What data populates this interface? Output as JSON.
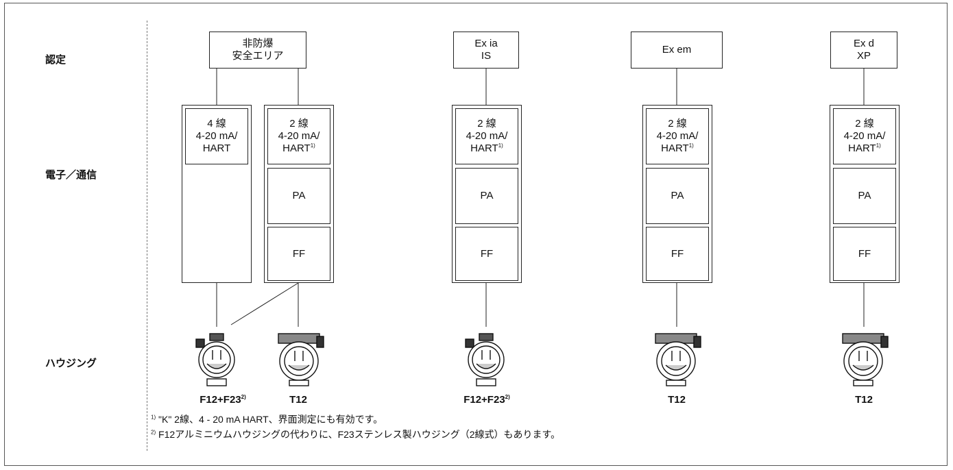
{
  "row_labels": {
    "approval": "認定",
    "electronics": "電子／通信",
    "housing": "ハウジング"
  },
  "approvals": {
    "non_ex_line1": "非防爆",
    "non_ex_line2": "安全エリア",
    "ex_ia_line1": "Ex ia",
    "ex_ia_line2": "IS",
    "ex_em": "Ex em",
    "ex_d_line1": "Ex d",
    "ex_d_line2": "XP"
  },
  "electronics": {
    "four_wire": "4 線",
    "two_wire": "2 線",
    "current": "4-20 mA/",
    "hart": "HART",
    "sup1": "1)",
    "pa": "PA",
    "ff": "FF"
  },
  "housings": {
    "f12_f23": "F12+F23",
    "sup2": "2)",
    "t12": "T12"
  },
  "footnotes": {
    "note1_mark": "1)",
    "note1": "\"K\" 2線、4 - 20 mA HART、界面測定にも有効です。",
    "note2_mark": "2)",
    "note2": "F12アルミニウムハウジングの代わりに、F23ステンレス製ハウジング（2線式）もあります。"
  }
}
